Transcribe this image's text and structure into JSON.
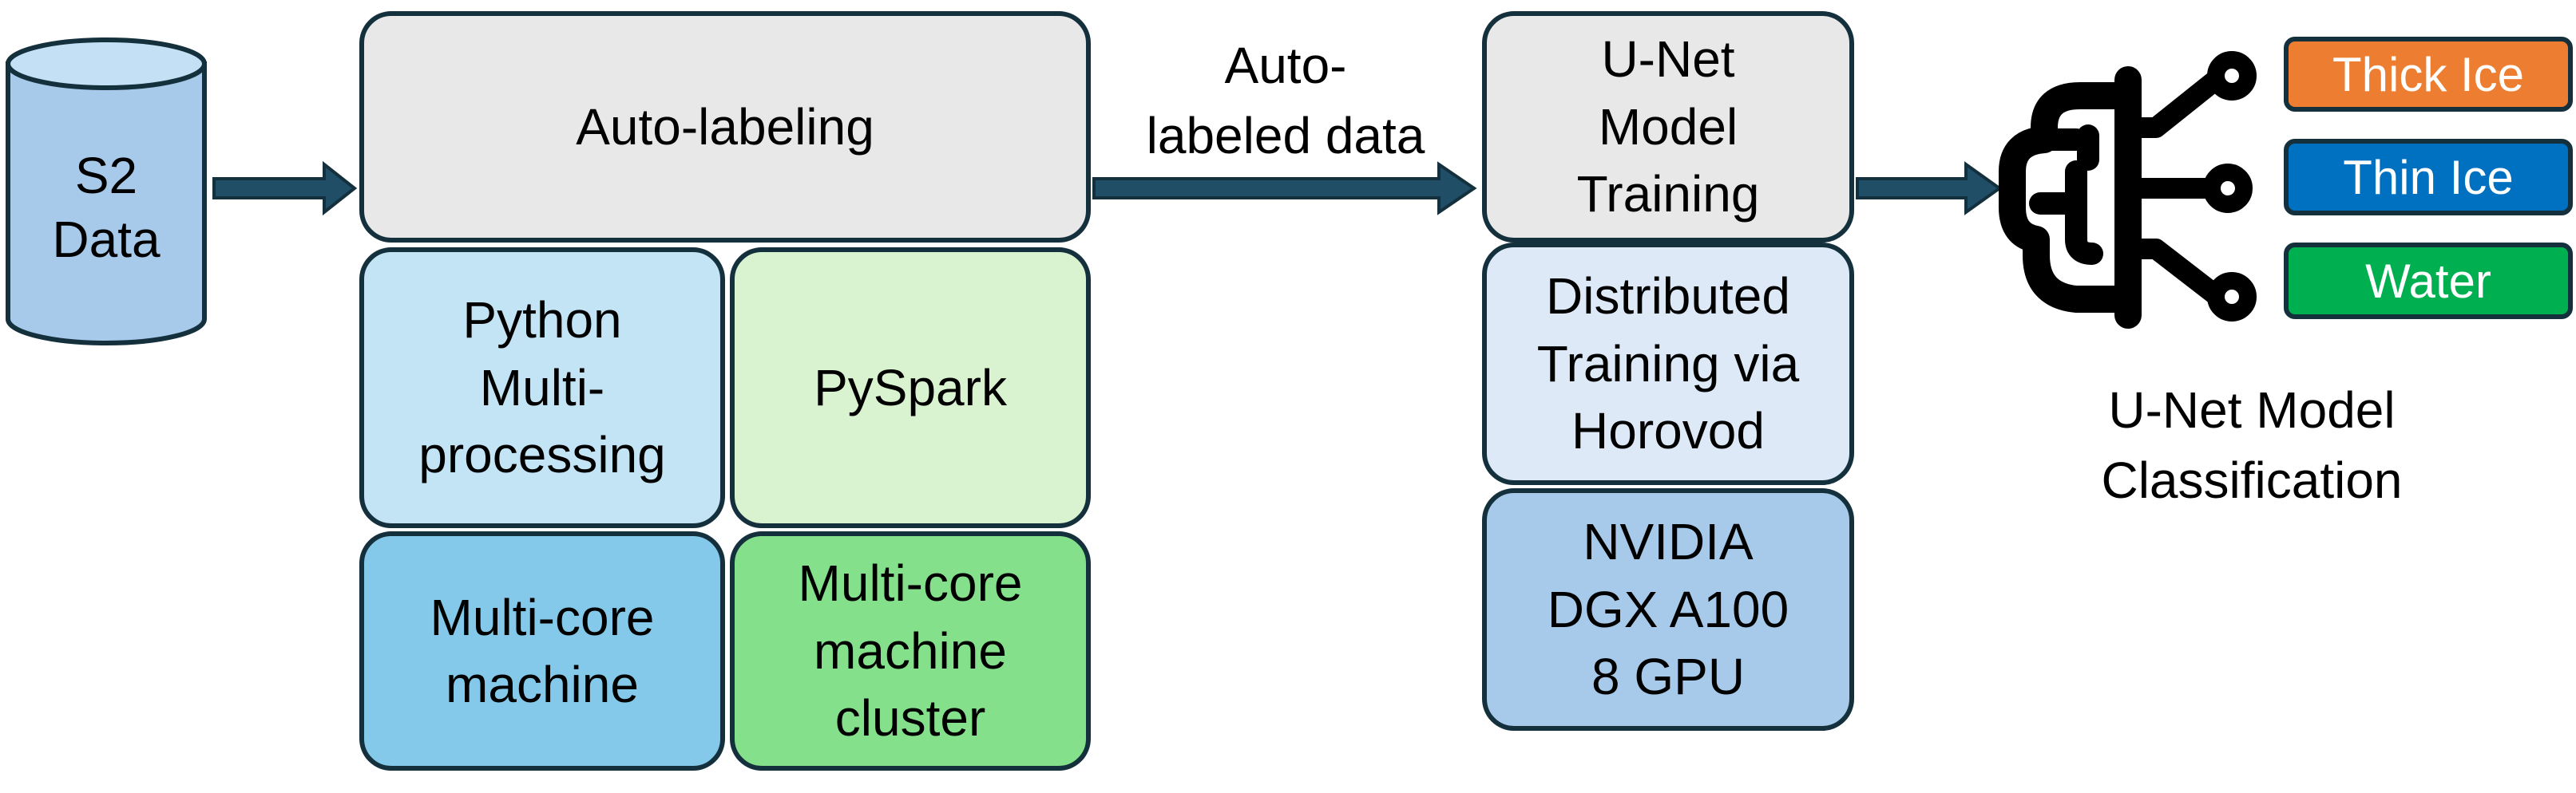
{
  "source": {
    "label": "S2\nData"
  },
  "auto_labeling": {
    "title": "Auto-labeling",
    "python_mp": "Python\nMulti-\nprocessing",
    "pyspark": "PySpark",
    "multicore": "Multi-core\nmachine",
    "cluster": "Multi-core\nmachine\ncluster"
  },
  "edge_label": "Auto-\nlabeled data",
  "training": {
    "title": "U-Net\nModel\nTraining",
    "distributed": "Distributed\nTraining via\nHorovod",
    "hardware": "NVIDIA\nDGX A100\n8 GPU"
  },
  "classification": {
    "caption": "U-Net Model\nClassification",
    "classes": [
      {
        "label": "Thick Ice",
        "color": "#ed7d31"
      },
      {
        "label": "Thin Ice",
        "color": "#0070c0"
      },
      {
        "label": "Water",
        "color": "#00b050"
      }
    ]
  },
  "colors": {
    "stroke": "#15303d",
    "arrow": "#1f4e66",
    "cylinder": "#a7c9ea"
  },
  "icons": {
    "model": "brain-circuit-icon"
  }
}
